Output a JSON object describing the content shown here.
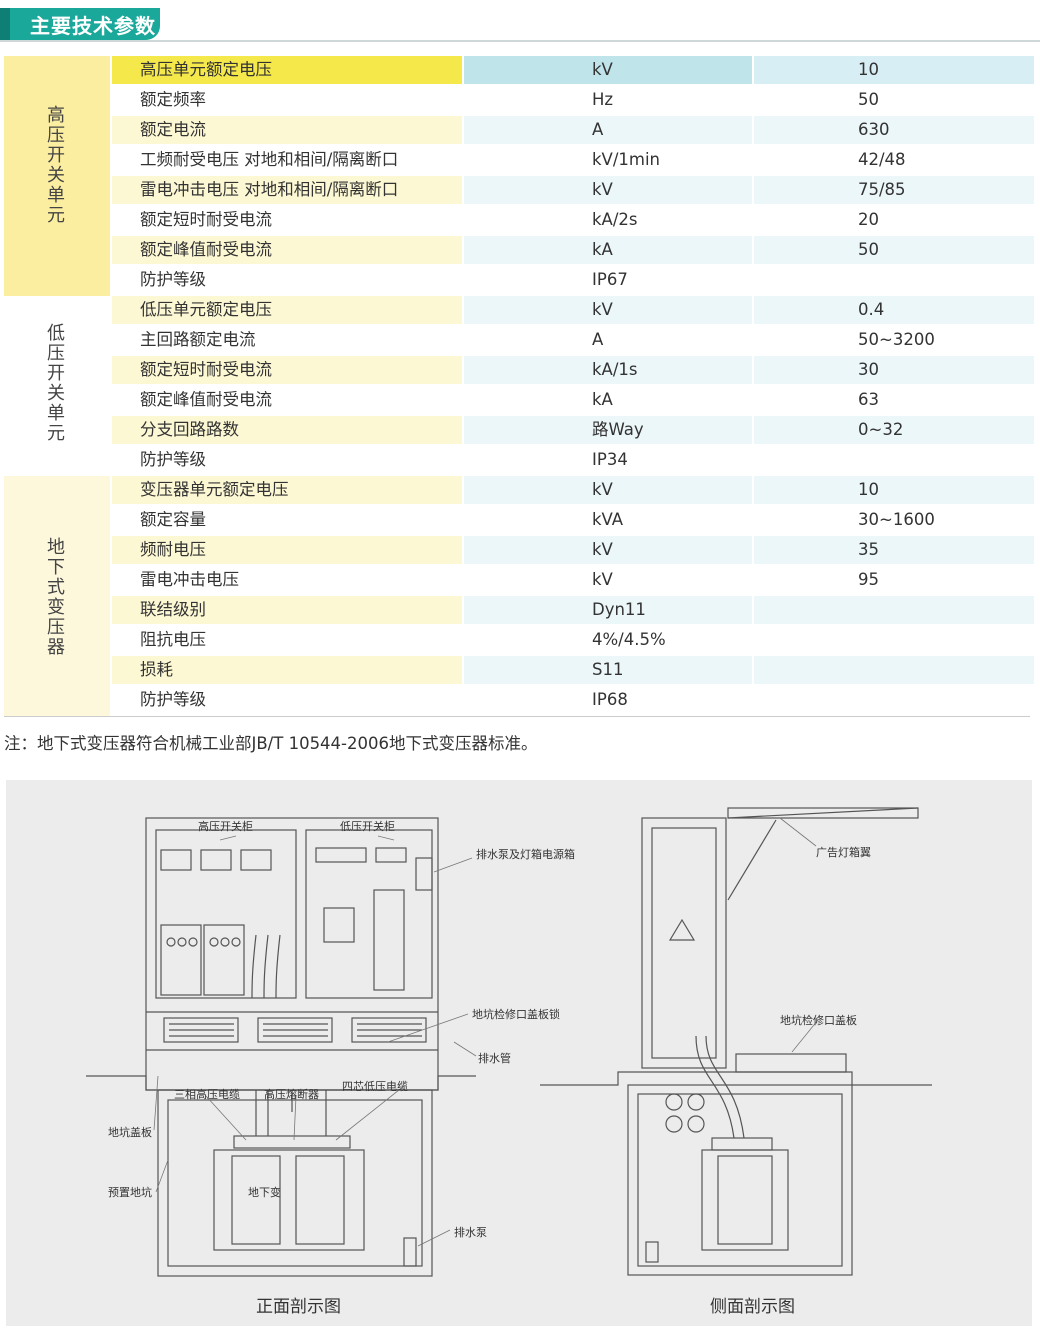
{
  "header": {
    "title": "主要技术参数"
  },
  "groups": [
    {
      "label": "高压开关单元"
    },
    {
      "label": "低压开关单元"
    },
    {
      "label": "地下式变压器"
    }
  ],
  "rows": [
    {
      "name": "高压单元额定电压",
      "unit": "kV",
      "value": "10"
    },
    {
      "name": "额定频率",
      "unit": "Hz",
      "value": "50"
    },
    {
      "name": "额定电流",
      "unit": "A",
      "value": "630"
    },
    {
      "name": "工频耐受电压  对地和相间/隔离断口",
      "unit": "kV/1min",
      "value": "42/48"
    },
    {
      "name": "雷电冲击电压  对地和相间/隔离断口",
      "unit": "kV",
      "value": "75/85"
    },
    {
      "name": "额定短时耐受电流",
      "unit": "kA/2s",
      "value": "20"
    },
    {
      "name": "额定峰值耐受电流",
      "unit": "kA",
      "value": "50"
    },
    {
      "name": "防护等级",
      "unit": "IP67",
      "value": ""
    },
    {
      "name": "低压单元额定电压",
      "unit": "kV",
      "value": "0.4"
    },
    {
      "name": "主回路额定电流",
      "unit": "A",
      "value": "50~3200"
    },
    {
      "name": "额定短时耐受电流",
      "unit": "kA/1s",
      "value": "30"
    },
    {
      "name": "额定峰值耐受电流",
      "unit": "kA",
      "value": "63"
    },
    {
      "name": "分支回路路数",
      "unit": "路Way",
      "value": "0~32"
    },
    {
      "name": "防护等级",
      "unit": "IP34",
      "value": ""
    },
    {
      "name": "变压器单元额定电压",
      "unit": "kV",
      "value": "10"
    },
    {
      "name": "额定容量",
      "unit": "kVA",
      "value": "30~1600"
    },
    {
      "name": "频耐电压",
      "unit": "kV",
      "value": "35"
    },
    {
      "name": "雷电冲击电压",
      "unit": "kV",
      "value": "95"
    },
    {
      "name": "联结级别",
      "unit": "Dyn11",
      "value": ""
    },
    {
      "name": "阻抗电压",
      "unit": "4%/4.5%",
      "value": ""
    },
    {
      "name": "损耗",
      "unit": "S11",
      "value": ""
    },
    {
      "name": "防护等级",
      "unit": "IP68",
      "value": ""
    }
  ],
  "note": "注：地下式变压器符合机械工业部JB/T 10544-2006地下式变压器标准。",
  "front_view": {
    "caption": "正面剖示图",
    "labels": {
      "hv_cabinet": "高压开关柜",
      "lv_cabinet": "低压开关柜",
      "pump_power_box": "排水泵及灯箱电源箱",
      "pit_cover_lock": "地坑检修口盖板锁",
      "drain_pipe": "排水管",
      "three_phase_cable": "三相高压电缆",
      "hv_fuse": "高压熔断器",
      "four_core_cable": "四芯低压电缆",
      "pit_cover": "地坑盖板",
      "prefab_pit": "预置地坑",
      "transformer": "地下变",
      "drain_pump": "排水泵"
    }
  },
  "side_view": {
    "caption": "侧面剖示图",
    "labels": {
      "light_box_wing": "广告灯箱翼",
      "pit_service_cover": "地坑检修口盖板"
    }
  }
}
